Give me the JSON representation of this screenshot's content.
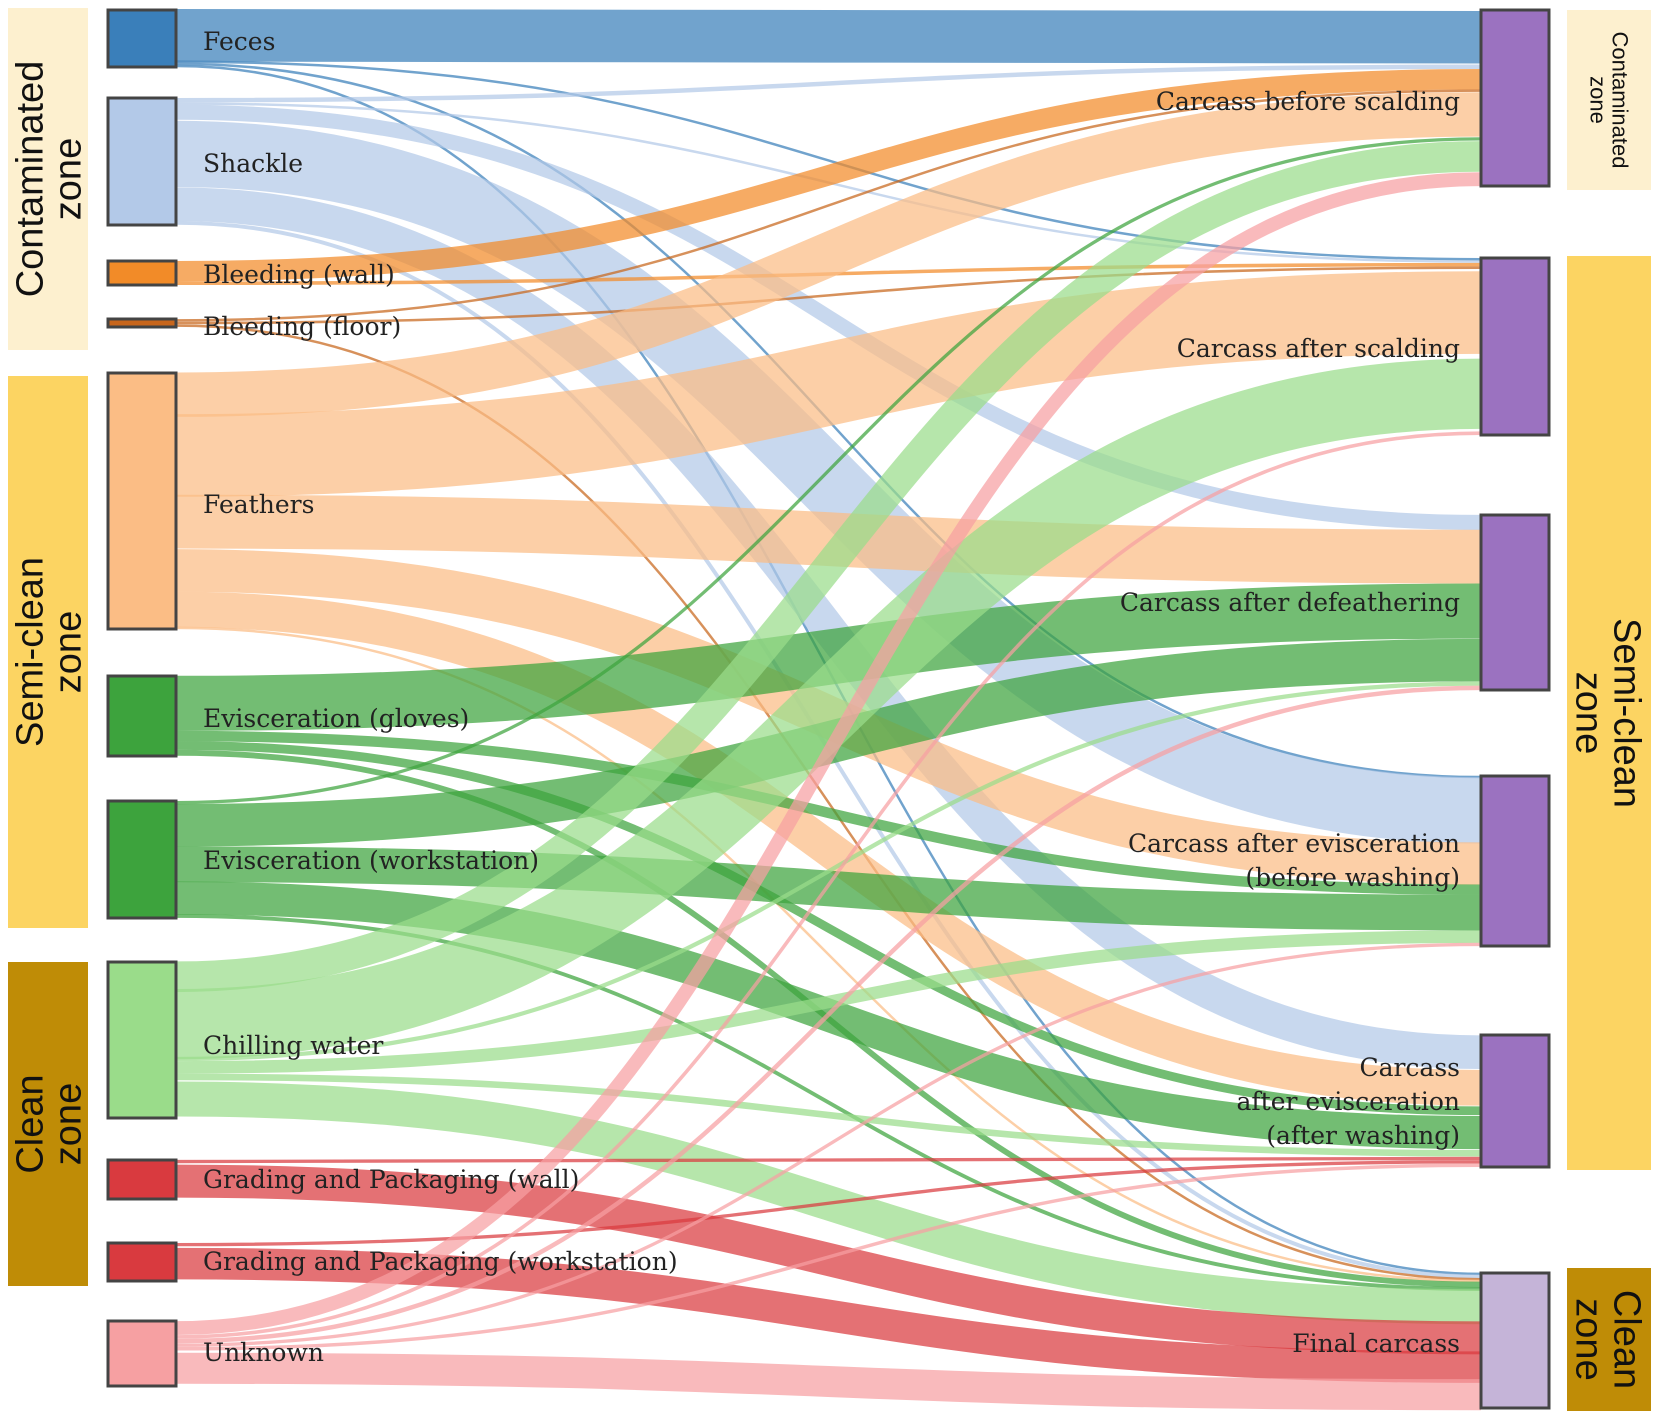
{
  "colors": {
    "feces": "#3a7fba",
    "shackle": "#b3c9e8",
    "bleeding_wall": "#f28b28",
    "bleeding_floor": "#c8661c",
    "feathers": "#fbbd85",
    "evisc_gloves": "#3da33d",
    "evisc_workstation": "#3da33d",
    "chilling": "#9adc8a",
    "grading_wall": "#d93a3f",
    "grading_workstation": "#d93a3f",
    "unknown": "#f6a0a2",
    "target": "#9b72c0",
    "final_target": "#c5b4d8",
    "zone_contaminated": "#fdf0cf",
    "zone_semiclean": "#fcd462",
    "zone_clean": "#bf8c06"
  },
  "source_nodes": [
    {
      "id": "feces",
      "label": "Feces",
      "color_key": "feces"
    },
    {
      "id": "shackle",
      "label": "Shackle",
      "color_key": "shackle"
    },
    {
      "id": "bleeding_wall",
      "label": "Bleeding (wall)",
      "color_key": "bleeding_wall"
    },
    {
      "id": "bleeding_floor",
      "label": "Bleeding (floor)",
      "color_key": "bleeding_floor"
    },
    {
      "id": "feathers",
      "label": "Feathers",
      "color_key": "feathers"
    },
    {
      "id": "evisc_gloves",
      "label": "Evisceration (gloves)",
      "color_key": "evisc_gloves"
    },
    {
      "id": "evisc_workstation",
      "label": "Evisceration (workstation)",
      "color_key": "evisc_workstation"
    },
    {
      "id": "chilling",
      "label": "Chilling water",
      "color_key": "chilling"
    },
    {
      "id": "grading_wall",
      "label": "Grading and Packaging (wall)",
      "color_key": "grading_wall"
    },
    {
      "id": "grading_workstation",
      "label": "Grading and Packaging (workstation)",
      "color_key": "grading_workstation"
    },
    {
      "id": "unknown",
      "label": "Unknown",
      "color_key": "unknown"
    }
  ],
  "target_nodes": [
    {
      "id": "before_scalding",
      "label_lines": [
        "Carcass before scalding"
      ],
      "color_key": "target"
    },
    {
      "id": "after_scalding",
      "label_lines": [
        "Carcass after scalding"
      ],
      "color_key": "target"
    },
    {
      "id": "after_defeathering",
      "label_lines": [
        "Carcass after defeathering"
      ],
      "color_key": "target"
    },
    {
      "id": "evisc_before_washing",
      "label_lines": [
        "Carcass after evisceration",
        "(before washing)"
      ],
      "color_key": "target"
    },
    {
      "id": "evisc_after_washing",
      "label_lines": [
        "Carcass",
        "after evisceration",
        "(after washing)"
      ],
      "color_key": "target"
    },
    {
      "id": "final",
      "label_lines": [
        "Final carcass"
      ],
      "color_key": "final_target"
    }
  ],
  "flows": [
    {
      "source": "feces",
      "target": "before_scalding",
      "weight": 48
    },
    {
      "source": "feces",
      "target": "after_scalding",
      "weight": 2
    },
    {
      "source": "feces",
      "target": "evisc_before_washing",
      "weight": 2
    },
    {
      "source": "feces",
      "target": "final",
      "weight": 2
    },
    {
      "source": "shackle",
      "target": "before_scalding",
      "weight": 4
    },
    {
      "source": "shackle",
      "target": "after_scalding",
      "weight": 2
    },
    {
      "source": "shackle",
      "target": "after_defeathering",
      "weight": 14
    },
    {
      "source": "shackle",
      "target": "evisc_before_washing",
      "weight": 62
    },
    {
      "source": "shackle",
      "target": "evisc_after_washing",
      "weight": 30
    },
    {
      "source": "shackle",
      "target": "final",
      "weight": 4
    },
    {
      "source": "bleeding_wall",
      "target": "before_scalding",
      "weight": 18
    },
    {
      "source": "bleeding_wall",
      "target": "after_scalding",
      "weight": 3
    },
    {
      "source": "bleeding_floor",
      "target": "before_scalding",
      "weight": 2
    },
    {
      "source": "bleeding_floor",
      "target": "after_scalding",
      "weight": 2
    },
    {
      "source": "bleeding_floor",
      "target": "final",
      "weight": 2
    },
    {
      "source": "feathers",
      "target": "before_scalding",
      "weight": 40
    },
    {
      "source": "feathers",
      "target": "after_scalding",
      "weight": 72
    },
    {
      "source": "feathers",
      "target": "after_defeathering",
      "weight": 50
    },
    {
      "source": "feathers",
      "target": "evisc_before_washing",
      "weight": 40
    },
    {
      "source": "feathers",
      "target": "evisc_after_washing",
      "weight": 32
    },
    {
      "source": "feathers",
      "target": "final",
      "weight": 2
    },
    {
      "source": "evisc_gloves",
      "target": "after_defeathering",
      "weight": 52
    },
    {
      "source": "evisc_gloves",
      "target": "evisc_before_washing",
      "weight": 10
    },
    {
      "source": "evisc_gloves",
      "target": "evisc_after_washing",
      "weight": 8
    },
    {
      "source": "evisc_gloves",
      "target": "final",
      "weight": 6
    },
    {
      "source": "evisc_workstation",
      "target": "before_scalding",
      "weight": 3
    },
    {
      "source": "evisc_workstation",
      "target": "after_defeathering",
      "weight": 40
    },
    {
      "source": "evisc_workstation",
      "target": "evisc_before_washing",
      "weight": 34
    },
    {
      "source": "evisc_workstation",
      "target": "evisc_after_washing",
      "weight": 30
    },
    {
      "source": "evisc_workstation",
      "target": "final",
      "weight": 4
    },
    {
      "source": "chilling",
      "target": "before_scalding",
      "weight": 28
    },
    {
      "source": "chilling",
      "target": "after_scalding",
      "weight": 62
    },
    {
      "source": "chilling",
      "target": "after_defeathering",
      "weight": 4
    },
    {
      "source": "chilling",
      "target": "evisc_before_washing",
      "weight": 12
    },
    {
      "source": "chilling",
      "target": "evisc_after_washing",
      "weight": 6
    },
    {
      "source": "chilling",
      "target": "final",
      "weight": 36
    },
    {
      "source": "grading_wall",
      "target": "evisc_after_washing",
      "weight": 3
    },
    {
      "source": "grading_wall",
      "target": "final",
      "weight": 34
    },
    {
      "source": "grading_workstation",
      "target": "evisc_after_washing",
      "weight": 3
    },
    {
      "source": "grading_workstation",
      "target": "final",
      "weight": 32
    },
    {
      "source": "unknown",
      "target": "before_scalding",
      "weight": 12
    },
    {
      "source": "unknown",
      "target": "after_scalding",
      "weight": 3
    },
    {
      "source": "unknown",
      "target": "after_defeathering",
      "weight": 4
    },
    {
      "source": "unknown",
      "target": "evisc_before_washing",
      "weight": 3
    },
    {
      "source": "unknown",
      "target": "evisc_after_washing",
      "weight": 3
    },
    {
      "source": "unknown",
      "target": "final",
      "weight": 30
    }
  ],
  "left_zones": [
    {
      "lines": [
        "Contaminated",
        "zone"
      ],
      "color_key": "zone_contaminated"
    },
    {
      "lines": [
        "Semi-clean",
        "zone"
      ],
      "color_key": "zone_semiclean"
    },
    {
      "lines": [
        "Clean",
        "zone"
      ],
      "color_key": "zone_clean"
    }
  ],
  "right_zones": [
    {
      "lines": [
        "Contaminated",
        "zone"
      ],
      "color_key": "zone_contaminated"
    },
    {
      "lines": [
        "Semi-clean",
        "zone"
      ],
      "color_key": "zone_semiclean"
    },
    {
      "lines": [
        "Clean",
        "zone"
      ],
      "color_key": "zone_clean"
    }
  ]
}
